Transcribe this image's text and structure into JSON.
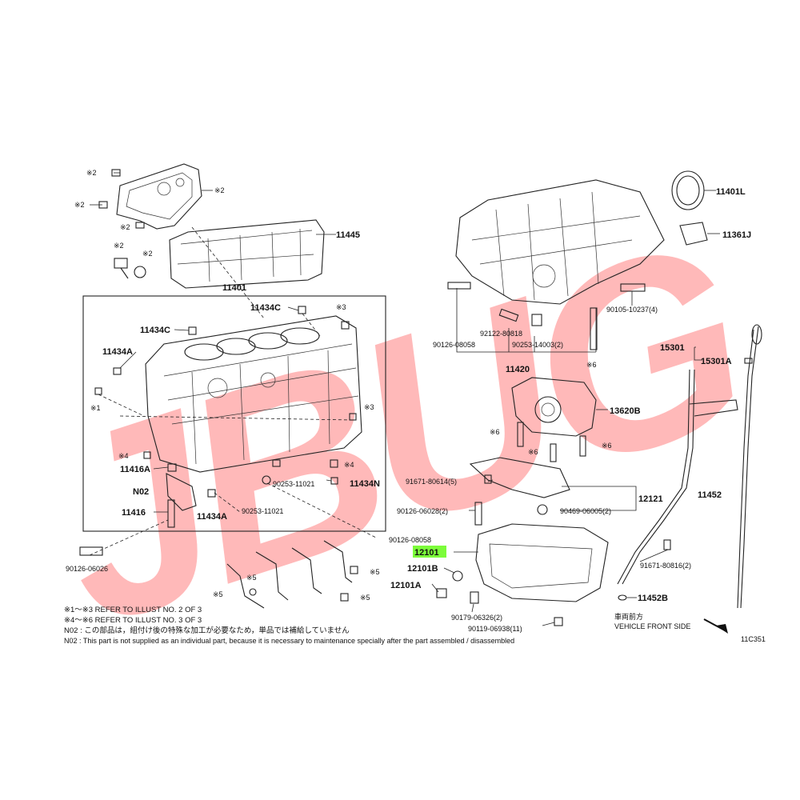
{
  "watermark": "JBUG",
  "illustration_code": "11C351",
  "direction": {
    "jp": "車両前方",
    "en": "VEHICLE FRONT SIDE"
  },
  "labels": {
    "p11445": "11445",
    "p11401": "11401",
    "p11434C_a": "11434C",
    "p11434C_b": "11434C",
    "p11434A": "11434A",
    "p11416A": "11416A",
    "pN02": "N02",
    "p11416": "11416",
    "p11434A_b": "11434A",
    "p90253_11021_a": "90253-11021",
    "p11434N": "11434N",
    "p90253_11021_b": "90253-11021",
    "p90126_06026": "90126-06026",
    "p90126_08058_a": "90126-08058",
    "p92122_80818": "92122-80818",
    "p90253_14003": "90253-14003(2)",
    "p11420": "11420",
    "p90105_10237": "90105-10237(4)",
    "p11401L": "11401L",
    "p11361J": "11361J",
    "p15301": "15301",
    "p15301A": "15301A",
    "p13620B": "13620B",
    "p91671_80614": "91671-80614(5)",
    "p90126_06028": "90126-06028(2)",
    "p90469_06005": "90469-06005(2)",
    "p12121": "12121",
    "p11452": "11452",
    "p90126_08058_b": "90126-08058",
    "p12101": "12101",
    "p12101B": "12101B",
    "p12101A": "12101A",
    "p91671_80816": "91671-80816(2)",
    "p11452B": "11452B",
    "p90179_06326": "90179-06326(2)",
    "p90119_06938": "90119-06938(11)"
  },
  "refmarks": {
    "r2a": "※2",
    "r2b": "※2",
    "r2c": "※2",
    "r2d": "※2",
    "r2e": "※2",
    "r2f": "※2",
    "r3a": "※3",
    "r3b": "※3",
    "r1": "※1",
    "r4a": "※4",
    "r4b": "※4",
    "r5a": "※5",
    "r5b": "※5",
    "r5c": "※5",
    "r6a": "※6",
    "r6b": "※6",
    "r6c": "※6",
    "r6d": "※6"
  },
  "notes": [
    "※1～※3  REFER TO ILLUST NO. 2 OF 3",
    "※4～※6  REFER TO ILLUST NO. 3 OF 3",
    "N02 : この部品は，組付け後の特殊な加工が必要なため，単品では補給していません",
    "N02 : This part is not supplied as an individual part, because it is necessary to maintenance specially after the part assembled / disassembled"
  ],
  "highlight_color": "#7CFC3A",
  "watermark_color": "#ff5a5a"
}
